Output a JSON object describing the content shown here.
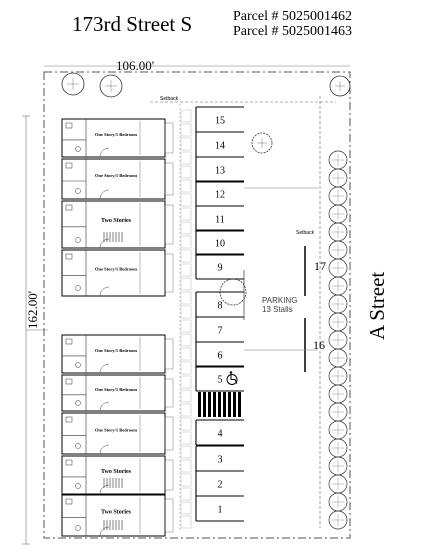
{
  "header": {
    "street_north": "173rd Street S",
    "parcel_1": "Parcel # 5025001462",
    "parcel_2": "Parcel # 5025001463"
  },
  "street_east": "A Street",
  "dimensions": {
    "width": "106.00'",
    "depth": "162.00'"
  },
  "setback_labels": {
    "north": "Setback",
    "east": "Setback"
  },
  "parking": {
    "title": "PARKING",
    "count": "13 Stalls"
  },
  "units": [
    {
      "label": "One Story/1 Bedroom"
    },
    {
      "label": "One Story/1 Bedroom"
    },
    {
      "label": "Two Stories"
    },
    {
      "label": "One Story/1 Bedroom"
    },
    {
      "label": "One Story/1 Bedroom"
    },
    {
      "label": "One Story/1 Bedroom"
    },
    {
      "label": "One Story/1 Bedroom"
    },
    {
      "label": "Two Stories"
    },
    {
      "label": "Two Stories"
    }
  ],
  "stalls_west": [
    "15",
    "14",
    "13",
    "12",
    "11",
    "10",
    "9",
    "8",
    "7",
    "6",
    "5",
    "4",
    "3",
    "2",
    "1"
  ],
  "stalls_east": [
    "17",
    "16"
  ],
  "accessible_icon": "wheelchair-icon"
}
